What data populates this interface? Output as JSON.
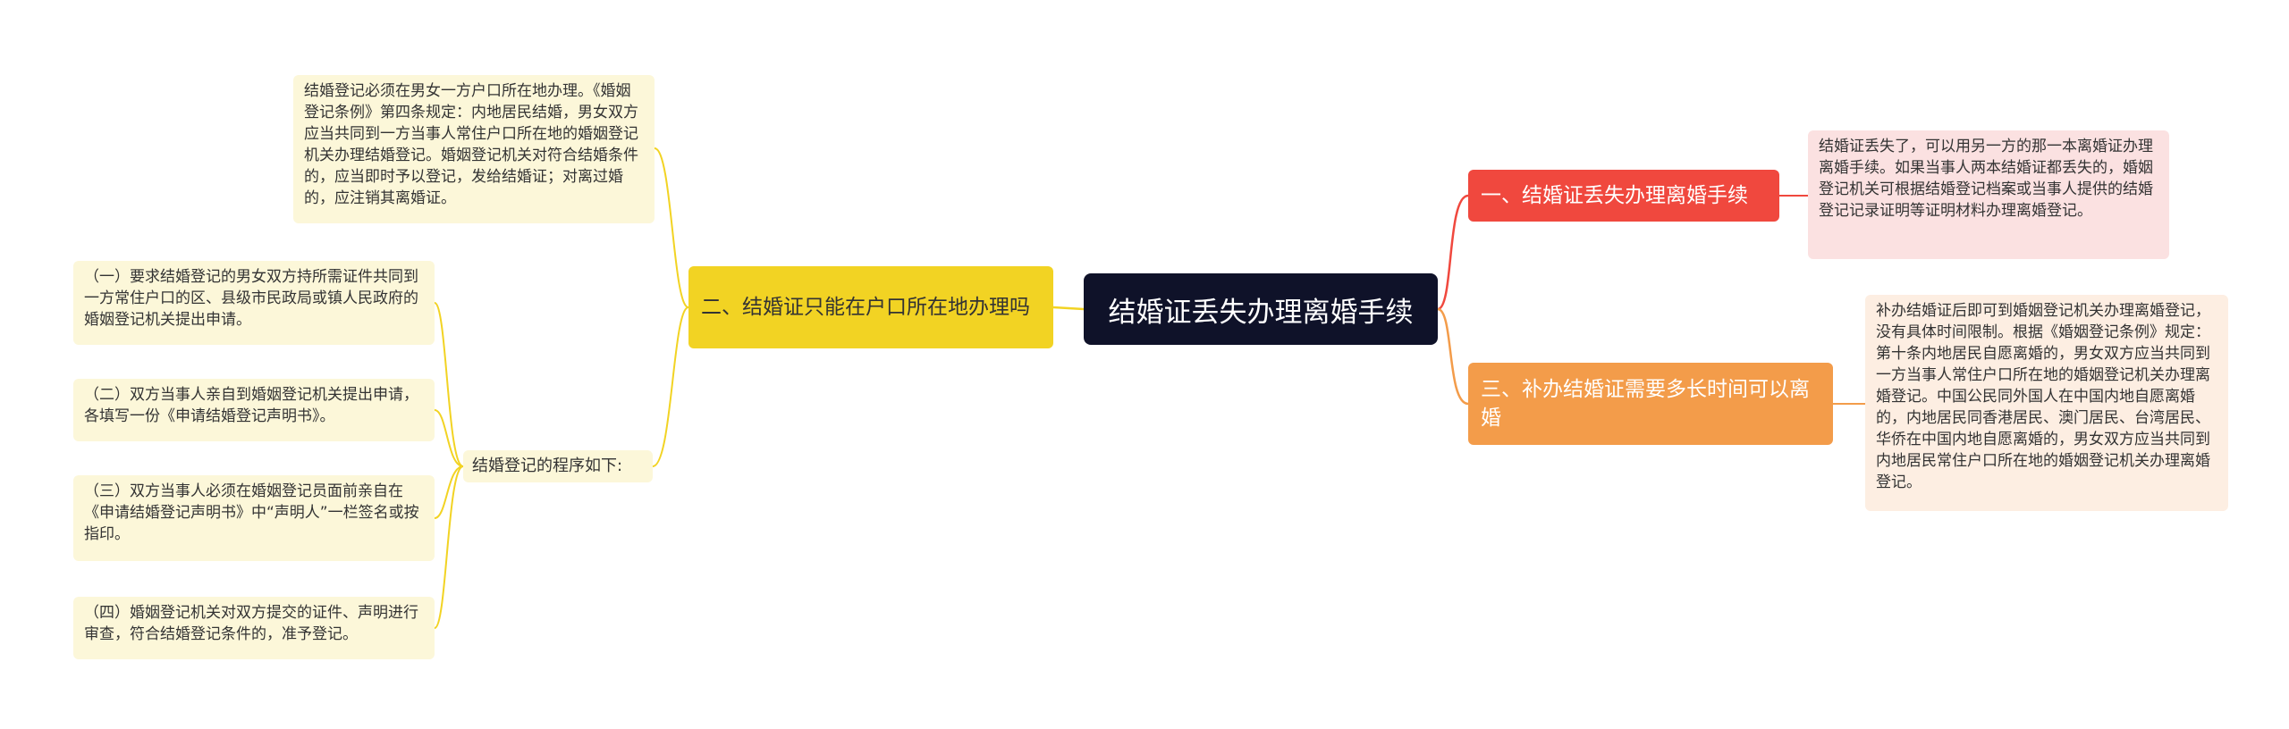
{
  "colors": {
    "center_bg": "#0f1229",
    "branch_red": "#f0483e",
    "branch_orange": "#f39c4a",
    "branch_yellow": "#f2d323",
    "leaf_red_bg": "#fbe1e1",
    "leaf_orange_bg": "#fdeee2",
    "leaf_yellow_bg": "#fcf7d9"
  },
  "center": {
    "title": "结婚证丢失办理离婚手续"
  },
  "branches": {
    "b1": {
      "title": "一、结婚证丢失办理离婚手续",
      "leaf": "结婚证丢失了，可以用另一方的那一本离婚证办理离婚手续。如果当事人两本结婚证都丢失的，婚姻登记机关可根据结婚登记档案或当事人提供的结婚登记记录证明等证明材料办理离婚登记。"
    },
    "b3": {
      "title": "三、补办结婚证需要多长时间可以离婚",
      "leaf": "补办结婚证后即可到婚姻登记机关办理离婚登记，没有具体时间限制。根据《婚姻登记条例》规定：第十条内地居民自愿离婚的，男女双方应当共同到一方当事人常住户口所在地的婚姻登记机关办理离婚登记。中国公民同外国人在中国内地自愿离婚的，内地居民同香港居民、澳门居民、台湾居民、华侨在中国内地自愿离婚的，男女双方应当共同到内地居民常住户口所在地的婚姻登记机关办理离婚登记。"
    },
    "b2": {
      "title": "二、结婚证只能在户口所在地办理吗",
      "leaf_top": "结婚登记必须在男女一方户口所在地办理。《婚姻登记条例》第四条规定：内地居民结婚，男女双方应当共同到一方当事人常住户口所在地的婚姻登记机关办理结婚登记。婚姻登记机关对符合结婚条件的，应当即时予以登记，发给结婚证；对离过婚的，应注销其离婚证。",
      "procedure_label": "结婚登记的程序如下:",
      "steps": [
        "（一）要求结婚登记的男女双方持所需证件共同到一方常住户口的区、县级市民政局或镇人民政府的婚姻登记机关提出申请。",
        "（二）双方当事人亲自到婚姻登记机关提出申请，各填写一份《申请结婚登记声明书》。",
        "（三）双方当事人必须在婚姻登记员面前亲自在《申请结婚登记声明书》中“声明人”一栏签名或按指印。",
        "（四）婚姻登记机关对双方提交的证件、声明进行审查，符合结婚登记条件的，准予登记。"
      ]
    }
  }
}
